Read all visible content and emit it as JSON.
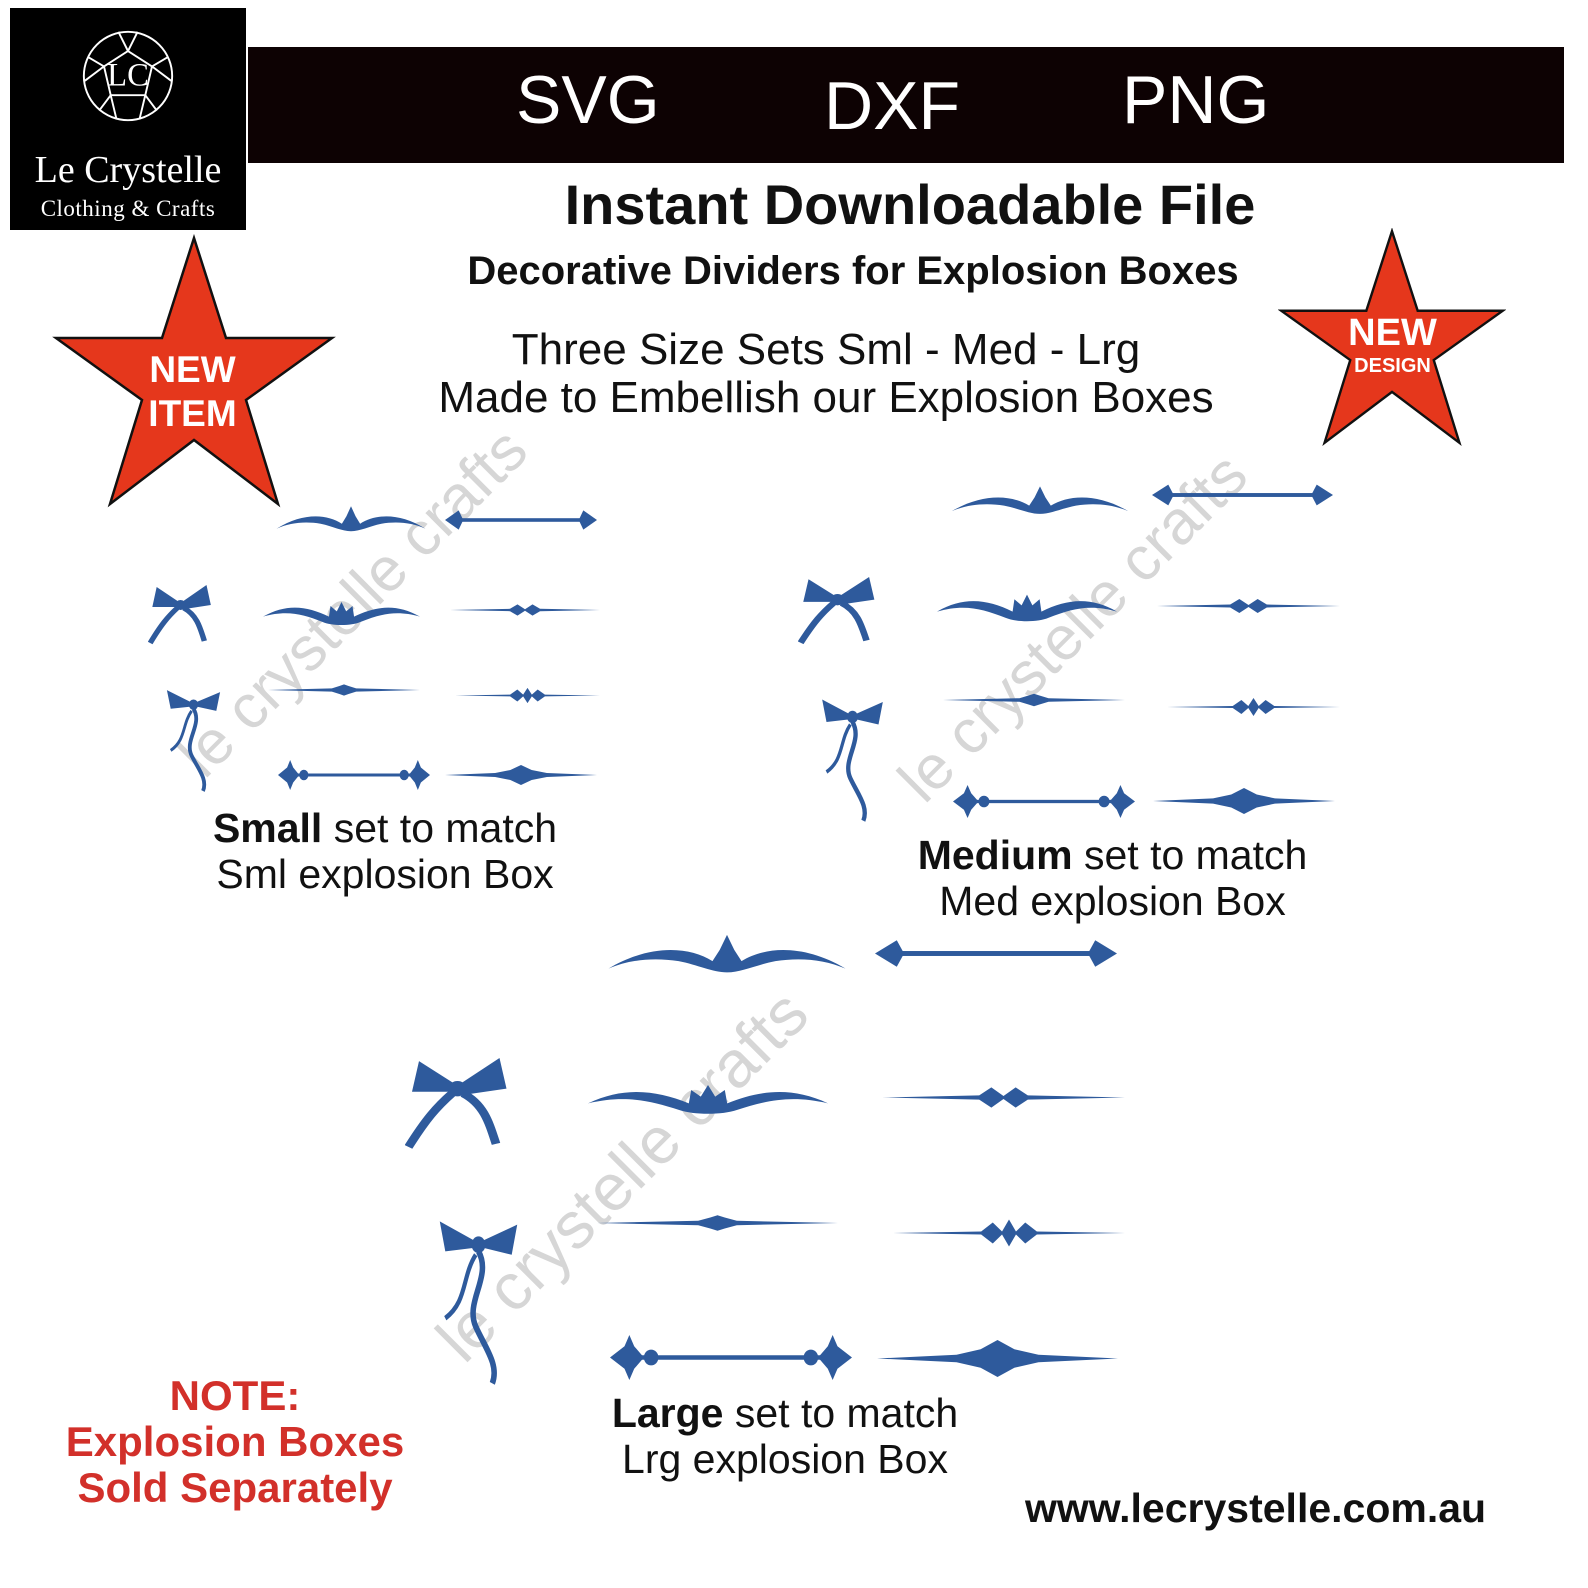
{
  "logo": {
    "monogram": "LC",
    "name": "Le Crystelle",
    "tagline": "Clothing & Crafts"
  },
  "banner": {
    "formats": [
      "SVG",
      "DXF",
      "PNG"
    ]
  },
  "headline": "Instant Downloadable File",
  "subheadline": "Decorative Dividers for Explosion Boxes",
  "description": [
    "Three Size Sets Sml - Med - Lrg",
    "Made to Embellish our Explosion Boxes"
  ],
  "badges": {
    "left": {
      "line1": "NEW",
      "line2": "ITEM"
    },
    "right": {
      "line1": "NEW",
      "line2": "DESIGN"
    }
  },
  "watermark": "le crystelle crafts",
  "sets": {
    "small": {
      "bold": "Small",
      "rest": " set to match",
      "line2": "Sml explosion Box"
    },
    "medium": {
      "bold": "Medium",
      "rest": " set to match",
      "line2": "Med explosion Box"
    },
    "large": {
      "bold": "Large",
      "rest": " set to match",
      "line2": "Lrg explosion Box"
    }
  },
  "note": {
    "title": "NOTE:",
    "line1": "Explosion Boxes",
    "line2": "Sold Separately"
  },
  "website": "www.lecrystelle.com.au",
  "colors": {
    "ornament": "#2e5a9c",
    "star": "#e5371c",
    "note": "#d2302a",
    "banner": "#0d0203"
  }
}
